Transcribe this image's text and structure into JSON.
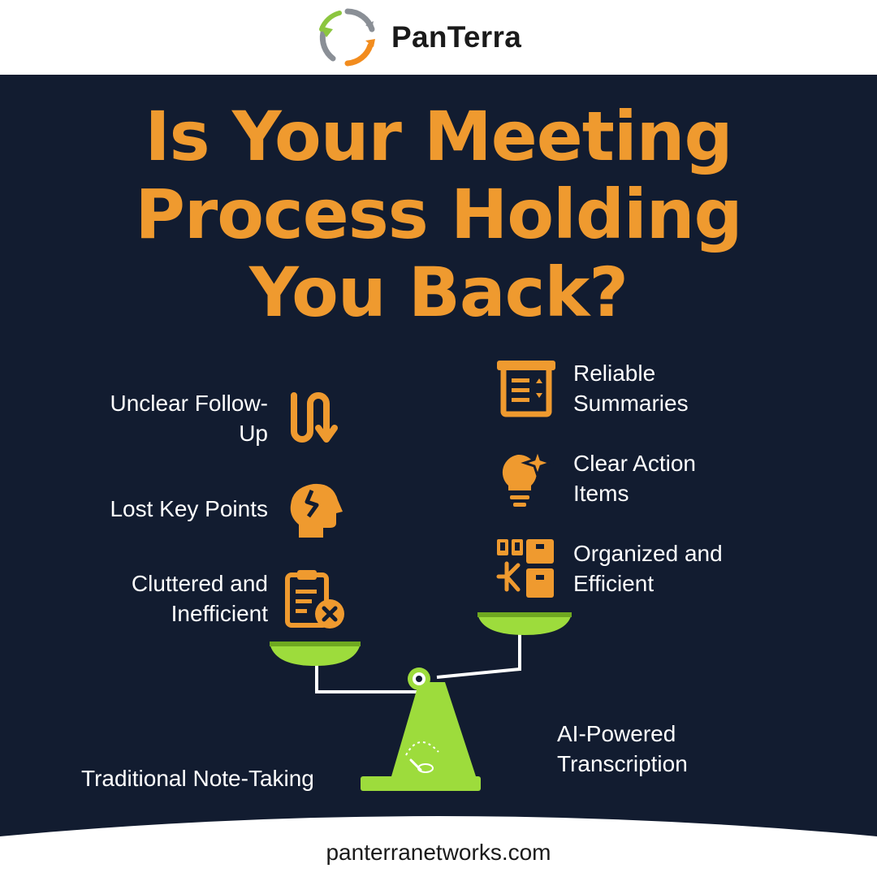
{
  "brand": {
    "name": "PanTerra",
    "url": "panterranetworks.com"
  },
  "headline": {
    "line1": "Is Your Meeting",
    "line2": "Process Holding",
    "line3": "You Back?"
  },
  "left_items": [
    {
      "label_line1": "Unclear Follow-",
      "label_line2": "Up",
      "icon": "winding-arrow-icon"
    },
    {
      "label_line1": "Lost Key Points",
      "label_line2": "",
      "icon": "broken-head-icon"
    },
    {
      "label_line1": "Cluttered and",
      "label_line2": "Inefficient",
      "icon": "clipboard-x-icon"
    }
  ],
  "right_items": [
    {
      "label_line1": "Reliable",
      "label_line2": "Summaries",
      "icon": "scroll-document-icon"
    },
    {
      "label_line1": "Clear Action",
      "label_line2": "Items",
      "icon": "lightbulb-sparkle-icon"
    },
    {
      "label_line1": "Organized and",
      "label_line2": "Efficient",
      "icon": "organized-grid-icon"
    }
  ],
  "scale": {
    "left_label": "Traditional Note-Taking",
    "right_label_line1": "AI-Powered",
    "right_label_line2": "Transcription"
  },
  "colors": {
    "navy": "#121c30",
    "orange": "#ef9a2f",
    "lime": "#9ddc3c",
    "lime_dark": "#6fa820",
    "logo_green": "#8cc63f",
    "logo_orange": "#f28c1e",
    "logo_gray": "#8a8f96"
  }
}
